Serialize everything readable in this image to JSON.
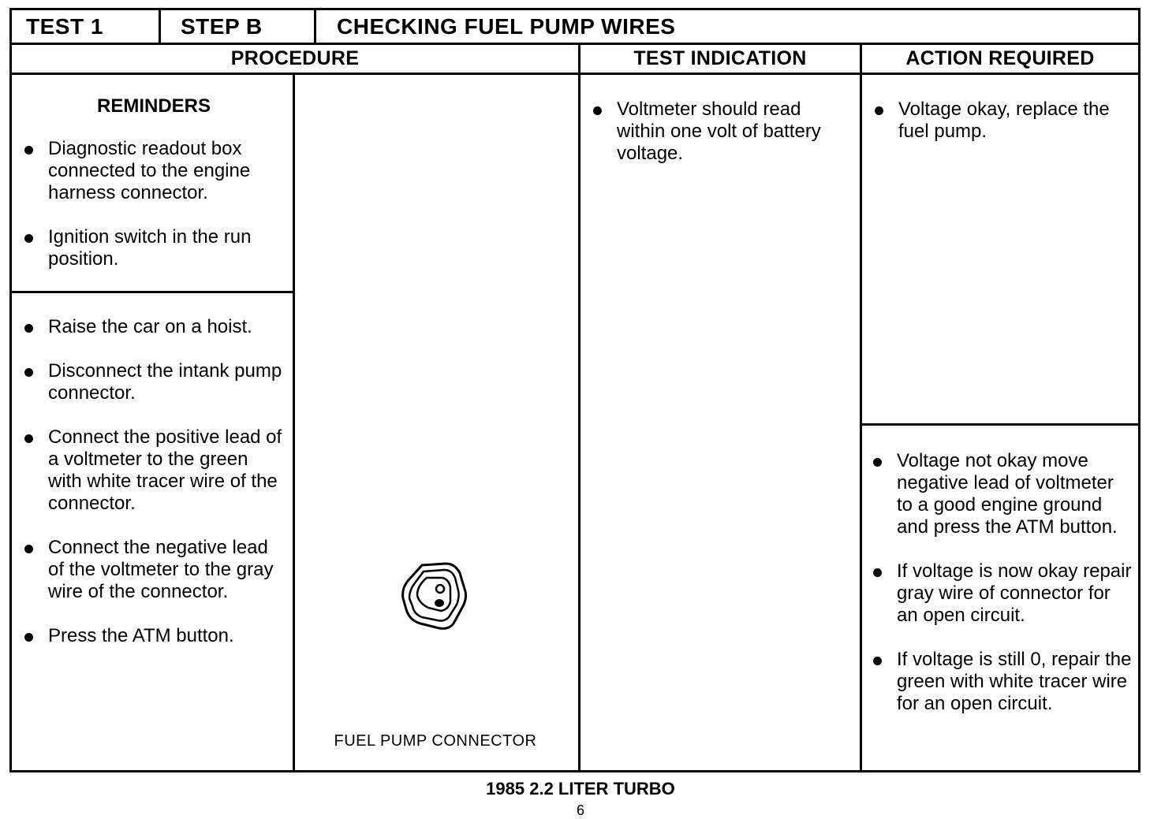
{
  "header": {
    "test": "TEST 1",
    "step": "STEP B",
    "title": "CHECKING FUEL PUMP WIRES"
  },
  "columns": {
    "procedure": "PROCEDURE",
    "test_indication": "TEST INDICATION",
    "action_required": "ACTION REQUIRED"
  },
  "reminders": {
    "title": "REMINDERS",
    "items": [
      "Diagnostic readout box connected to the engine harness connector.",
      "Ignition switch in the run position."
    ]
  },
  "procedure_steps": [
    "Raise the car on a hoist.",
    "Disconnect the intank pump connector.",
    "Connect the positive lead of a voltmeter to the green with white tracer wire of the connector.",
    "Connect the negative lead of the voltmeter to the gray wire of the connector.",
    "Press the ATM button."
  ],
  "figure": {
    "caption": "FUEL PUMP CONNECTOR"
  },
  "test_indication": [
    "Voltmeter should read within one volt of battery voltage."
  ],
  "action_ok": [
    "Voltage okay, replace the fuel pump."
  ],
  "action_not_ok": [
    "Voltage not okay move negative lead of voltmeter to a good engine ground and press the ATM button.",
    "If voltage is now okay repair gray wire of connector for an open circuit.",
    "If voltage is still 0, repair the green with white tracer wire for an open circuit."
  ],
  "footer": {
    "text": "1985 2.2 LITER TURBO",
    "page": "6"
  }
}
